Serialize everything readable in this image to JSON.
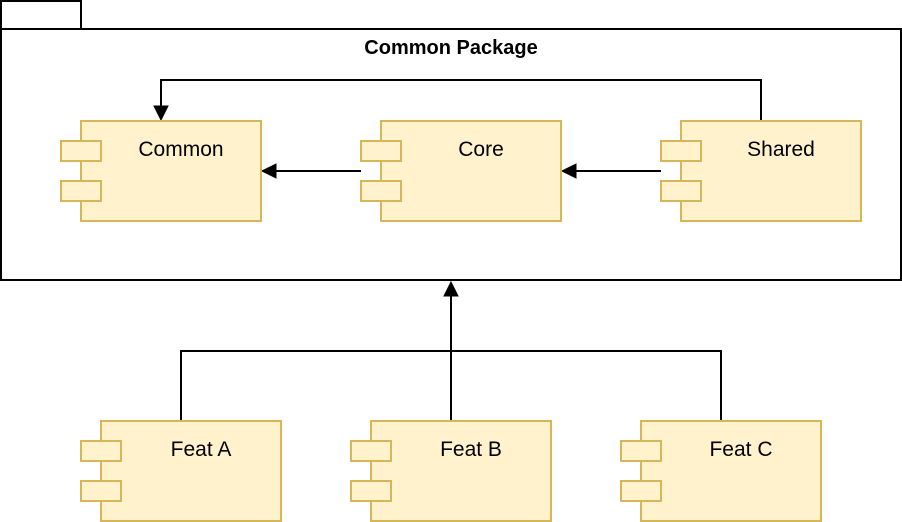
{
  "package": {
    "title": "Common Package"
  },
  "components": {
    "common": {
      "label": "Common"
    },
    "core": {
      "label": "Core"
    },
    "shared": {
      "label": "Shared"
    },
    "feat_a": {
      "label": "Feat A"
    },
    "feat_b": {
      "label": "Feat B"
    },
    "feat_c": {
      "label": "Feat C"
    }
  },
  "colors": {
    "component_fill": "#fff2cc",
    "component_stroke": "#d6b656",
    "line": "#000000"
  }
}
